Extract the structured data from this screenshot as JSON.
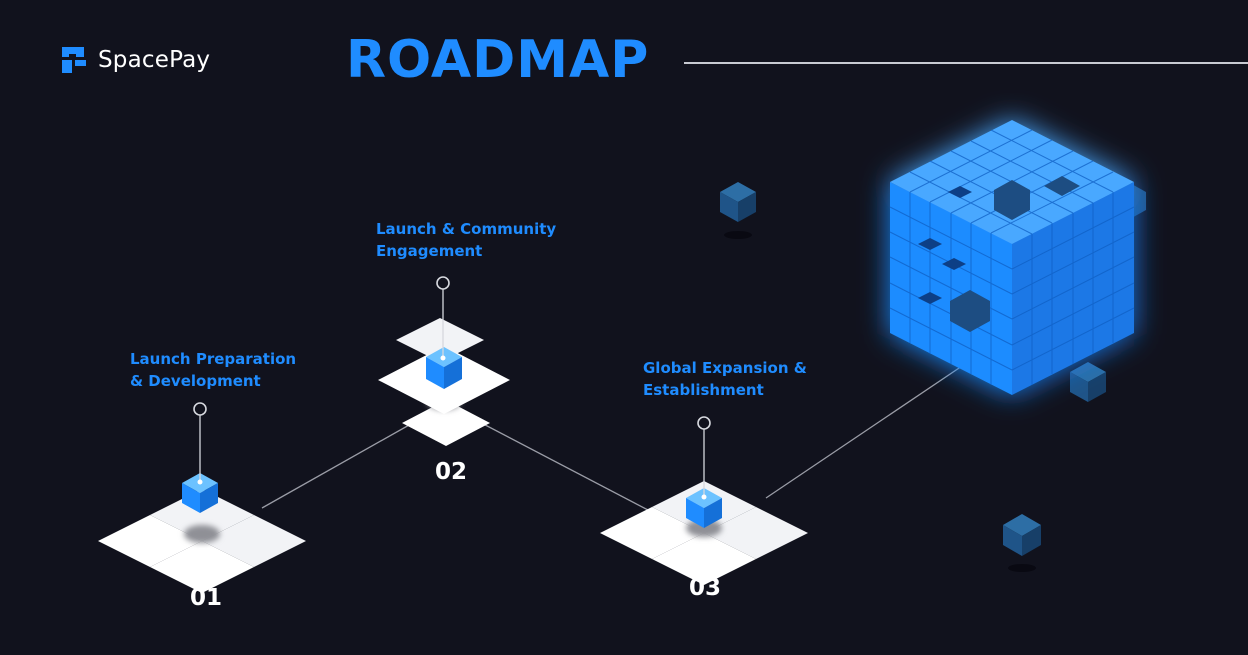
{
  "brand": {
    "name": "SpacePay",
    "color": "#1f8cff"
  },
  "header": {
    "title": "ROADMAP"
  },
  "milestones": [
    {
      "number": "01",
      "title_line1": "Launch Preparation",
      "title_line2": "& Development"
    },
    {
      "number": "02",
      "title_line1": "Launch & Community",
      "title_line2": "Engagement"
    },
    {
      "number": "03",
      "title_line1": "Global Expansion &",
      "title_line2": "Establishment"
    }
  ],
  "colors": {
    "background": "#11121d",
    "accent": "#1f8cff",
    "tile": "#ffffff",
    "connector": "#9a9ca6"
  }
}
